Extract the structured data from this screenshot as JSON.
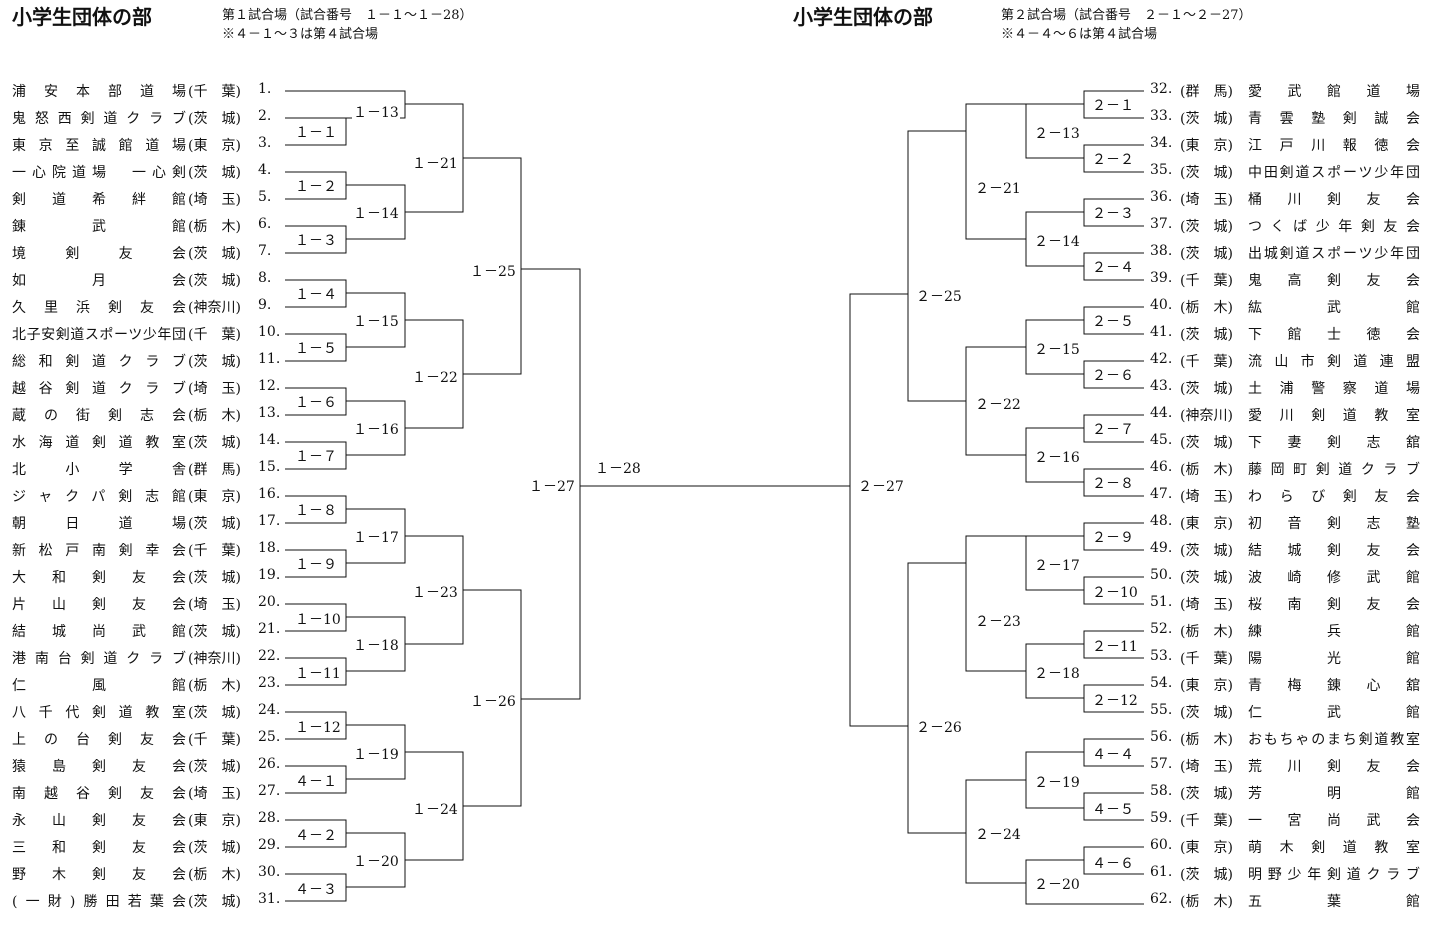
{
  "left": {
    "title": "小学生団体の部",
    "subtitle": "第１試合場（試合番号　１－１～１－28）",
    "note": "※４－１～３は第４試合場",
    "teams": [
      {
        "name": "浦安本部道場",
        "pref": "(千　葉)",
        "num": "1."
      },
      {
        "name": "鬼怒西剣道クラブ",
        "pref": "(茨　城)",
        "num": "2."
      },
      {
        "name": "東京至誠館道場",
        "pref": "(東　京)",
        "num": "3."
      },
      {
        "name": "一心院道場　一心剣",
        "pref": "(茨　城)",
        "num": "4."
      },
      {
        "name": "剣道希絆館",
        "pref": "(埼　玉)",
        "num": "5."
      },
      {
        "name": "錬武館",
        "pref": "(栃　木)",
        "num": "6."
      },
      {
        "name": "境剣友会",
        "pref": "(茨　城)",
        "num": "7."
      },
      {
        "name": "如月会",
        "pref": "(茨　城)",
        "num": "8."
      },
      {
        "name": "久里浜剣友会",
        "pref": "(神奈川)",
        "num": "9."
      },
      {
        "name": "北子安剣道スポーツ少年団",
        "pref": "(千　葉)",
        "num": "10."
      },
      {
        "name": "総和剣道クラブ",
        "pref": "(茨　城)",
        "num": "11."
      },
      {
        "name": "越谷剣道クラブ",
        "pref": "(埼　玉)",
        "num": "12."
      },
      {
        "name": "蔵の街剣志会",
        "pref": "(栃　木)",
        "num": "13."
      },
      {
        "name": "水海道剣道教室",
        "pref": "(茨　城)",
        "num": "14."
      },
      {
        "name": "北小学舎",
        "pref": "(群　馬)",
        "num": "15."
      },
      {
        "name": "ジャクパ剣志館",
        "pref": "(東　京)",
        "num": "16."
      },
      {
        "name": "朝日道場",
        "pref": "(茨　城)",
        "num": "17."
      },
      {
        "name": "新松戸南剣幸会",
        "pref": "(千　葉)",
        "num": "18."
      },
      {
        "name": "大和剣友会",
        "pref": "(茨　城)",
        "num": "19."
      },
      {
        "name": "片山剣友会",
        "pref": "(埼　玉)",
        "num": "20."
      },
      {
        "name": "結城尚武館",
        "pref": "(茨　城)",
        "num": "21."
      },
      {
        "name": "港南台剣道クラブ",
        "pref": "(神奈川)",
        "num": "22."
      },
      {
        "name": "仁風館",
        "pref": "(栃　木)",
        "num": "23."
      },
      {
        "name": "八千代剣道教室",
        "pref": "(茨　城)",
        "num": "24."
      },
      {
        "name": "上の台剣友会",
        "pref": "(千　葉)",
        "num": "25."
      },
      {
        "name": "猿島剣友会",
        "pref": "(茨　城)",
        "num": "26."
      },
      {
        "name": "南越谷剣友会",
        "pref": "(埼　玉)",
        "num": "27."
      },
      {
        "name": "永山剣友会",
        "pref": "(東　京)",
        "num": "28."
      },
      {
        "name": "三和剣友会",
        "pref": "(茨　城)",
        "num": "29."
      },
      {
        "name": "野木剣友会",
        "pref": "(栃　木)",
        "num": "30."
      },
      {
        "name": "(一財)勝田若葉会",
        "pref": "(茨　城)",
        "num": "31."
      }
    ]
  },
  "right": {
    "title": "小学生団体の部",
    "subtitle": "第２試合場（試合番号　２－１～２－27）",
    "note": "※４－４～６は第４試合場",
    "teams": [
      {
        "num": "32.",
        "pref": "(群　馬)",
        "name": "愛武館道場"
      },
      {
        "num": "33.",
        "pref": "(茨　城)",
        "name": "青雲塾剣誠会"
      },
      {
        "num": "34.",
        "pref": "(東　京)",
        "name": "江戸川報徳会"
      },
      {
        "num": "35.",
        "pref": "(茨　城)",
        "name": "中田剣道スポーツ少年団"
      },
      {
        "num": "36.",
        "pref": "(埼　玉)",
        "name": "桶川剣友会"
      },
      {
        "num": "37.",
        "pref": "(茨　城)",
        "name": "つくば少年剣友会"
      },
      {
        "num": "38.",
        "pref": "(茨　城)",
        "name": "出城剣道スポーツ少年団"
      },
      {
        "num": "39.",
        "pref": "(千　葉)",
        "name": "鬼高剣友会"
      },
      {
        "num": "40.",
        "pref": "(栃　木)",
        "name": "紘武館"
      },
      {
        "num": "41.",
        "pref": "(茨　城)",
        "name": "下館士徳会"
      },
      {
        "num": "42.",
        "pref": "(千　葉)",
        "name": "流山市剣道連盟"
      },
      {
        "num": "43.",
        "pref": "(茨　城)",
        "name": "土浦警察道場"
      },
      {
        "num": "44.",
        "pref": "(神奈川)",
        "name": "愛川剣道教室"
      },
      {
        "num": "45.",
        "pref": "(茨　城)",
        "name": "下妻剣志舘"
      },
      {
        "num": "46.",
        "pref": "(栃　木)",
        "name": "藤岡町剣道クラブ"
      },
      {
        "num": "47.",
        "pref": "(埼　玉)",
        "name": "わらび剣友会"
      },
      {
        "num": "48.",
        "pref": "(東　京)",
        "name": "初音剣志塾"
      },
      {
        "num": "49.",
        "pref": "(茨　城)",
        "name": "結城剣友会"
      },
      {
        "num": "50.",
        "pref": "(茨　城)",
        "name": "波崎修武館"
      },
      {
        "num": "51.",
        "pref": "(埼　玉)",
        "name": "桜南剣友会"
      },
      {
        "num": "52.",
        "pref": "(栃　木)",
        "name": "練兵館"
      },
      {
        "num": "53.",
        "pref": "(千　葉)",
        "name": "陽光館"
      },
      {
        "num": "54.",
        "pref": "(東　京)",
        "name": "青梅錬心舘"
      },
      {
        "num": "55.",
        "pref": "(茨　城)",
        "name": "仁武館"
      },
      {
        "num": "56.",
        "pref": "(栃　木)",
        "name": "おもちゃのまち剣道教室"
      },
      {
        "num": "57.",
        "pref": "(埼　玉)",
        "name": "荒川剣友会"
      },
      {
        "num": "58.",
        "pref": "(茨　城)",
        "name": "芳明館"
      },
      {
        "num": "59.",
        "pref": "(千　葉)",
        "name": "一宮尚武会"
      },
      {
        "num": "60.",
        "pref": "(東　京)",
        "name": "萌木剣道教室"
      },
      {
        "num": "61.",
        "pref": "(茨　城)",
        "name": "明野少年剣道クラブ"
      },
      {
        "num": "62.",
        "pref": "(栃　木)",
        "name": "五葉館"
      }
    ]
  },
  "matches": {
    "m1_1": "１－１",
    "m1_2": "１－２",
    "m1_3": "１－３",
    "m1_4": "１－４",
    "m1_5": "１－５",
    "m1_6": "１－６",
    "m1_7": "１－７",
    "m1_8": "１－８",
    "m1_9": "１－９",
    "m1_10": "１－10",
    "m1_11": "１－11",
    "m1_12": "１－12",
    "m4_1": "４－１",
    "m4_2": "４－２",
    "m4_3": "４－３",
    "m1_13": "１－13",
    "m1_14": "１－14",
    "m1_15": "１－15",
    "m1_16": "１－16",
    "m1_17": "１－17",
    "m1_18": "１－18",
    "m1_19": "１－19",
    "m1_20": "１－20",
    "m1_21": "１－21",
    "m1_22": "１－22",
    "m1_23": "１－23",
    "m1_24": "１－24",
    "m1_25": "１－25",
    "m1_26": "１－26",
    "m1_27": "１－27",
    "m1_28": "１－28",
    "m2_1": "２－１",
    "m2_2": "２－２",
    "m2_3": "２－３",
    "m2_4": "２－４",
    "m2_5": "２－５",
    "m2_6": "２－６",
    "m2_7": "２－７",
    "m2_8": "２－８",
    "m2_9": "２－９",
    "m2_10": "２－10",
    "m2_11": "２－11",
    "m2_12": "２－12",
    "m4_4": "４－４",
    "m4_5": "４－５",
    "m4_6": "４－６",
    "m2_13": "２－13",
    "m2_14": "２－14",
    "m2_15": "２－15",
    "m2_16": "２－16",
    "m2_17": "２－17",
    "m2_18": "２－18",
    "m2_19": "２－19",
    "m2_20": "２－20",
    "m2_21": "２－21",
    "m2_22": "２－22",
    "m2_23": "２－23",
    "m2_24": "２－24",
    "m2_25": "２－25",
    "m2_26": "２－26",
    "m2_27": "２－27"
  }
}
